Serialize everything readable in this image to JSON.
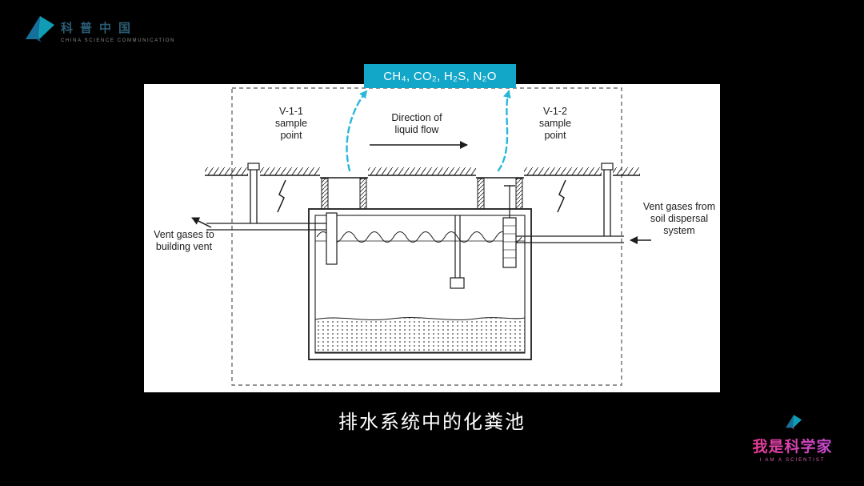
{
  "brand_top": {
    "cn": "科普中国",
    "en": "CHINA SCIENCE COMMUNICATION"
  },
  "brand_bottom": {
    "cn": "我是科学家",
    "en": "I AM A SCIENTIST"
  },
  "caption": "排水系统中的化粪池",
  "diagram": {
    "gas_label": "CH₄, CO₂, H₂S, N₂O",
    "sample_point_left": "V-1-1\nsample\npoint",
    "sample_point_right": "V-1-2\nsample\npoint",
    "flow_label": "Direction of\nliquid flow",
    "vent_left": "Vent gases to\nbuilding vent",
    "vent_right": "Vent gases from\nsoil dispersal\nsystem",
    "colors": {
      "gas_box": "#12a6c9",
      "gas_arrows": "#29b7d9",
      "linework": "#1c1c1c"
    }
  }
}
